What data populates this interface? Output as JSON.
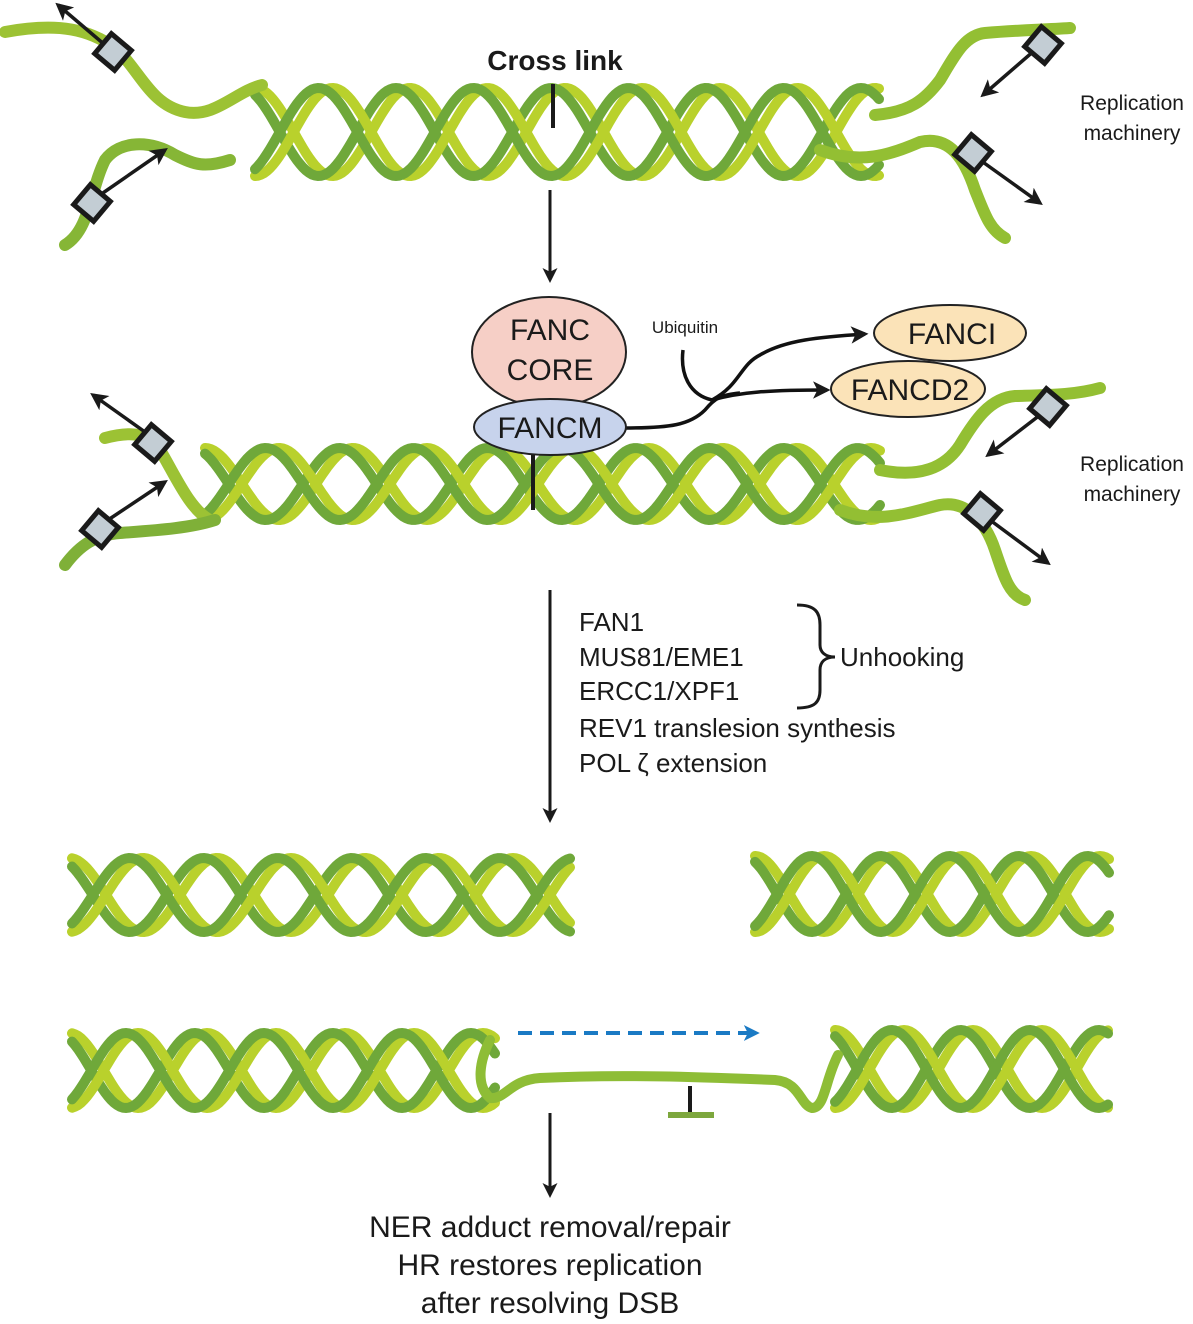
{
  "title": "Fanconi anemia pathway of interstrand cross-link repair",
  "colors": {
    "strand_dark": "#6fa83a",
    "strand_light": "#b9d12c",
    "clamp_fill": "#c3cdd4",
    "fanc_core_fill": "#f6cfc6",
    "fancm_fill": "#c7d3ec",
    "fanci_fill": "#fbe3b8",
    "fancd2_fill": "#fbe3b8",
    "repair_arrow": "#1a7ac4",
    "ink": "#1a1a1a"
  },
  "stage1": {
    "crosslink_label": "Cross link",
    "replication_label_line1": "Replication",
    "replication_label_line2": "machinery"
  },
  "stage2": {
    "fanc_core_line1": "FANC",
    "fanc_core_line2": "CORE",
    "fancm_label": "FANCM",
    "ubiquitin_label": "Ubiquitin",
    "fanci_label": "FANCI",
    "fancd2_label": "FANCD2",
    "replication_label_line1": "Replication",
    "replication_label_line2": "machinery"
  },
  "stage3": {
    "enzymes": [
      "FAN1",
      "MUS81/EME1",
      "ERCC1/XPF1"
    ],
    "unhooking_label": "Unhooking",
    "rev1_label": "REV1 translesion synthesis",
    "pol_label": "POL ζ extension"
  },
  "final": {
    "lines": [
      "NER adduct removal/repair",
      "HR restores replication",
      "after resolving DSB"
    ]
  }
}
